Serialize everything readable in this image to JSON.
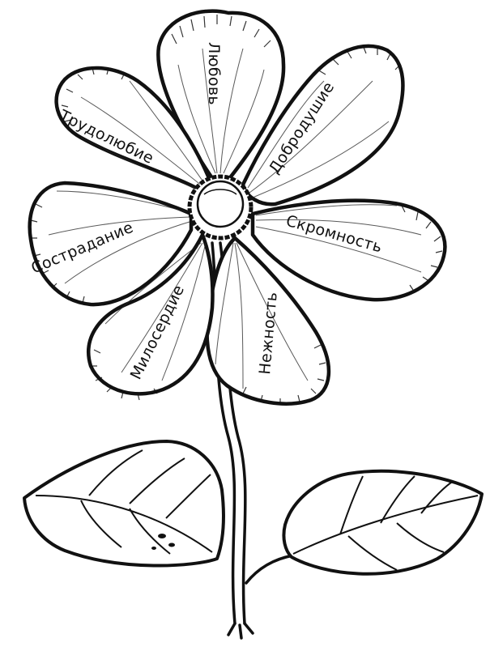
{
  "petals": [
    {
      "id": "lyubov",
      "label": "Любовь"
    },
    {
      "id": "dobrodushie",
      "label": "Добродушие"
    },
    {
      "id": "skromnost",
      "label": "Скромность"
    },
    {
      "id": "nezhnost",
      "label": "Нежность"
    },
    {
      "id": "miloserdie",
      "label": "Милосердие"
    },
    {
      "id": "sostradanie",
      "label": "Сострадание"
    },
    {
      "id": "trudolyubie",
      "label": "Трудолюбие"
    }
  ],
  "colors": {
    "line": "#111111",
    "background": "#ffffff"
  }
}
